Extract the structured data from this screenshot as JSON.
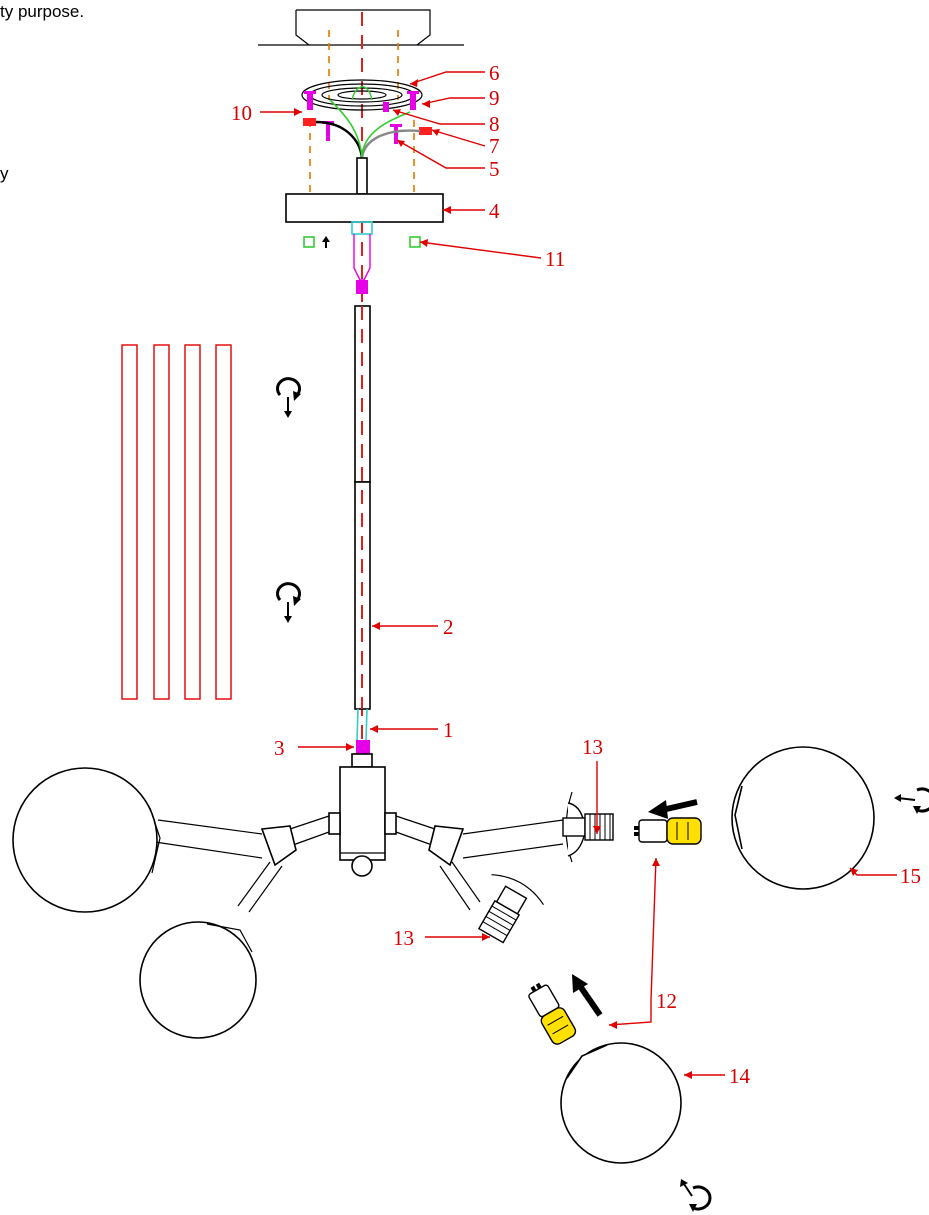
{
  "side_text": {
    "line1": "ty purpose.",
    "line2": "y"
  },
  "callouts": {
    "c1": "1",
    "c2": "2",
    "c3": "3",
    "c4": "4",
    "c5": "5",
    "c6": "6",
    "c7": "7",
    "c8": "8",
    "c9": "9",
    "c10": "10",
    "c11": "11",
    "c12": "12",
    "c13a": "13",
    "c13b": "13",
    "c14": "14",
    "c15": "15"
  },
  "colors": {
    "callout": "#d40000",
    "axis": "#e02020",
    "guide": "#e07a00",
    "screw": "#e600e6",
    "wire_green": "#33cc33",
    "connector_cyan": "#33cccc",
    "bulb_yellow": "#ffe000"
  },
  "icons": [
    "rotate-clockwise-icon",
    "rotate-clockwise-icon",
    "rotate-counterclockwise-icon",
    "rotate-counterclockwise-icon",
    "arrow-up-icon",
    "insert-arrow-icon"
  ]
}
